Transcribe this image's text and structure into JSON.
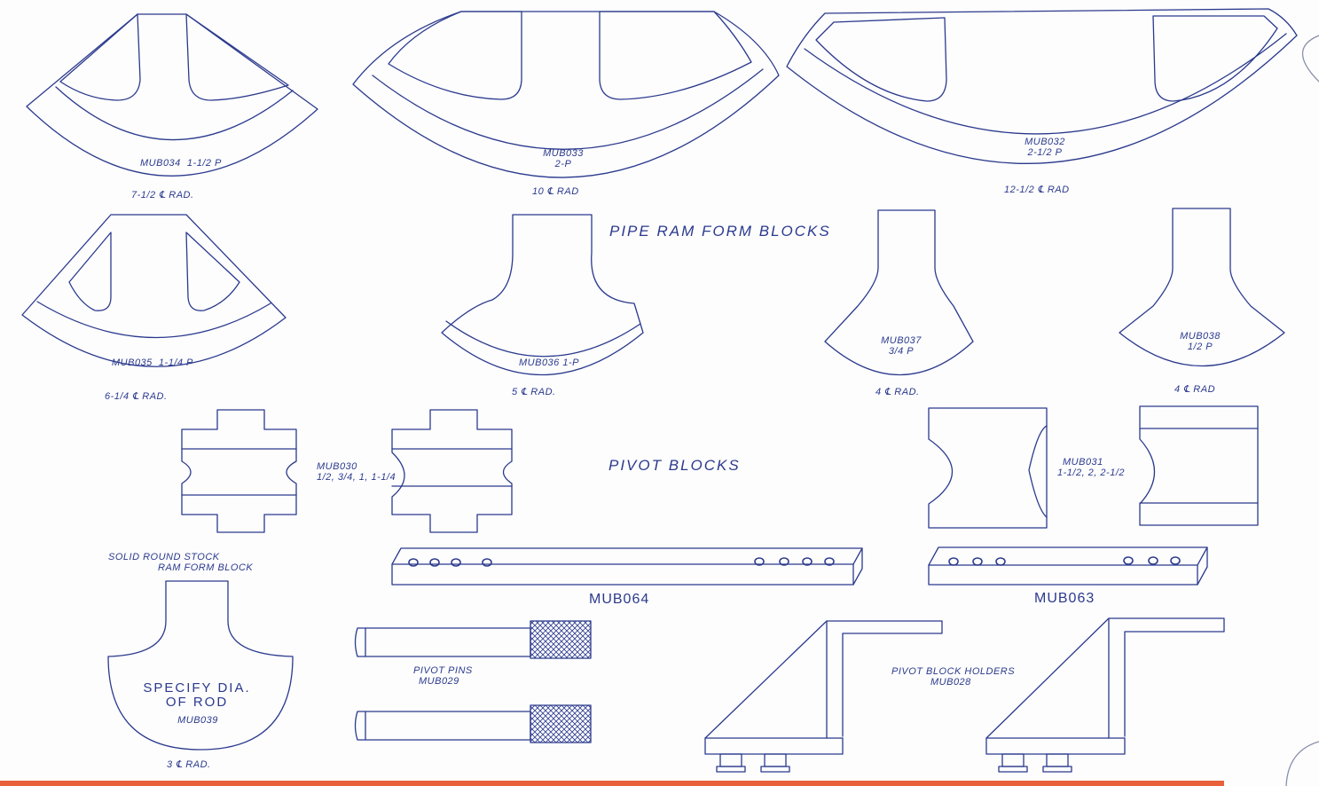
{
  "colors": {
    "ink": "#2b3a8c",
    "paper": "#fdfdfe",
    "accent_bar": "#e8613a"
  },
  "titles": {
    "pipe_ram_form_blocks": "PIPE RAM FORM BLOCKS",
    "pivot_blocks": "PIVOT BLOCKS"
  },
  "blocks": {
    "mub034": {
      "part": "MUB034",
      "size": "1-1/2 P",
      "radius": "7-1/2 ℄ RAD."
    },
    "mub033": {
      "part": "MUB033",
      "size": "2-P",
      "radius": "10 ℄ RAD"
    },
    "mub032": {
      "part": "MUB032",
      "size": "2-1/2 P",
      "radius": "12-1/2 ℄ RAD"
    },
    "mub035": {
      "part": "MUB035",
      "size": "1-1/4 P",
      "radius": "6-1/4 ℄ RAD."
    },
    "mub036": {
      "part": "MUB036",
      "size": "1-P",
      "radius": "5 ℄ RAD."
    },
    "mub037": {
      "part": "MUB037",
      "size": "3/4 P",
      "radius": "4 ℄ RAD."
    },
    "mub038": {
      "part": "MUB038",
      "size": "1/2 P",
      "radius": "4 ℄ RAD"
    }
  },
  "pivot_blocks": {
    "mub030": {
      "part": "MUB030",
      "sizes": "1/2, 3/4, 1, 1-1/4"
    },
    "mub031": {
      "part": "MUB031",
      "sizes": "1-1/2, 2, 2-1/2"
    }
  },
  "solid_round": {
    "line1": "SOLID ROUND STOCK",
    "line2": "RAM FORM BLOCK",
    "spec1": "SPECIFY DIA.",
    "spec2": "OF ROD",
    "part": "MUB039",
    "radius": "3 ℄ RAD."
  },
  "bars": {
    "mub064": "MUB064",
    "mub063": "MUB063"
  },
  "pins": {
    "label": "PIVOT PINS",
    "part": "MUB029"
  },
  "holders": {
    "label": "PIVOT BLOCK HOLDERS",
    "part": "MUB028"
  }
}
